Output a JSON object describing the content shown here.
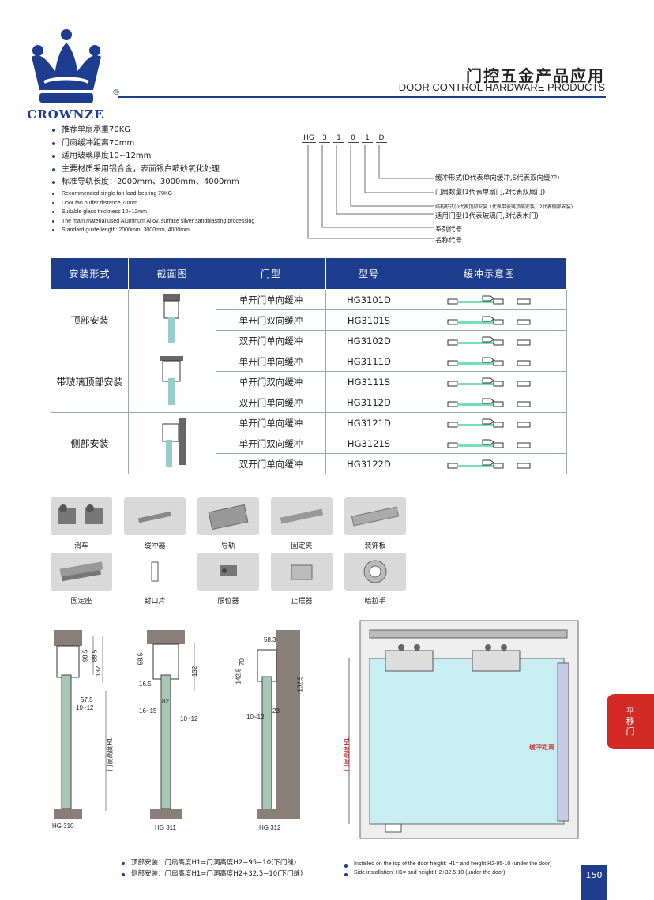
{
  "header": {
    "brand": "CROWNZE",
    "registered": "®",
    "title_cn": "门控五金产品应用",
    "title_en": "DOOR CONTROL HARDWARE PRODUCTS"
  },
  "features_cn": [
    "推荐单扇承重70KG",
    "门扇缓冲距离70mm",
    "适用玻璃厚度10~12mm",
    "主要材质采用铝合金，表面银白喷砂氧化处理",
    "标准导轨长度：2000mm、3000mm、4000mm"
  ],
  "features_en": [
    "Recommended single fan load-bearing 70KG",
    "Door fan buffer distance 70mm",
    "Suitable glass thickness 10~12mm",
    "The main material used Aluminum Alloy, surface silver sandblasting processing",
    "Standard guide length: 2000mm, 3000mm, 4000mm"
  ],
  "model_code": {
    "chars": [
      "HG",
      "3",
      "1",
      "0",
      "1",
      "D"
    ],
    "legend": [
      "缓冲形式(D代表单向缓冲,S代表双向缓冲)",
      "门扇数量(1代表单扇门,2代表双扇门)",
      "结构形式(0代表顶部安装,1代表带玻璃顶部安装，2代表侧部安装)",
      "适用门型(1代表玻璃门,3代表木门)",
      "系列代号",
      "名称代号"
    ]
  },
  "table": {
    "headers": [
      "安装形式",
      "截面图",
      "门型",
      "型号",
      "缓冲示意图"
    ],
    "groups": [
      {
        "name": "顶部安装",
        "rows": [
          {
            "door": "单开门单向缓冲",
            "model": "HG3101D"
          },
          {
            "door": "单开门双向缓冲",
            "model": "HG3101S"
          },
          {
            "door": "双开门单向缓冲",
            "model": "HG3102D"
          }
        ]
      },
      {
        "name": "带玻璃顶部安装",
        "rows": [
          {
            "door": "单开门单向缓冲",
            "model": "HG3111D"
          },
          {
            "door": "单开门双向缓冲",
            "model": "HG3111S"
          },
          {
            "door": "双开门单向缓冲",
            "model": "HG3112D"
          }
        ]
      },
      {
        "name": "侧部安装",
        "rows": [
          {
            "door": "单开门单向缓冲",
            "model": "HG3121D"
          },
          {
            "door": "单开门双向缓冲",
            "model": "HG3121S"
          },
          {
            "door": "双开门单向缓冲",
            "model": "HG3122D"
          }
        ]
      }
    ]
  },
  "parts": [
    "滑车",
    "缓冲器",
    "导轨",
    "固定夹",
    "装饰板",
    "固定座",
    "封口片",
    "限位器",
    "止摆器",
    "暗拉手"
  ],
  "drawings": {
    "labels": [
      "HG 310",
      "HG 311",
      "HG 312"
    ],
    "dims_310": [
      "98.5",
      "88.5",
      "132",
      "57.5",
      "10~12",
      "门扇高度H1"
    ],
    "dims_311": [
      "58.5",
      "132",
      "16.5",
      "82",
      "16~15",
      "10~12"
    ],
    "dims_312": [
      "58.3",
      "70",
      "142.5",
      "102.5",
      "10~12",
      "23"
    ],
    "door_height_label": "门扇高度H1",
    "buffer_label": "缓冲距离"
  },
  "notes_cn": [
    "顶部安装：门扇高度H1=门洞高度H2−95−10(下门缝)",
    "侧部安装：门扇高度H1=门洞高度H2+32.5−10(下门缝)"
  ],
  "notes_en": [
    "Installed on the top of the door height: H1= and height H2-95-10 (under the door)",
    "Side installation: H1= and height H2+32.5-10 (under the door)"
  ],
  "side_tab": [
    "平",
    "移",
    "门"
  ],
  "page_number": "150",
  "colors": {
    "brand_blue": "#1e3d8f",
    "tab_red": "#d32a26",
    "glass": "#c9eef2"
  }
}
